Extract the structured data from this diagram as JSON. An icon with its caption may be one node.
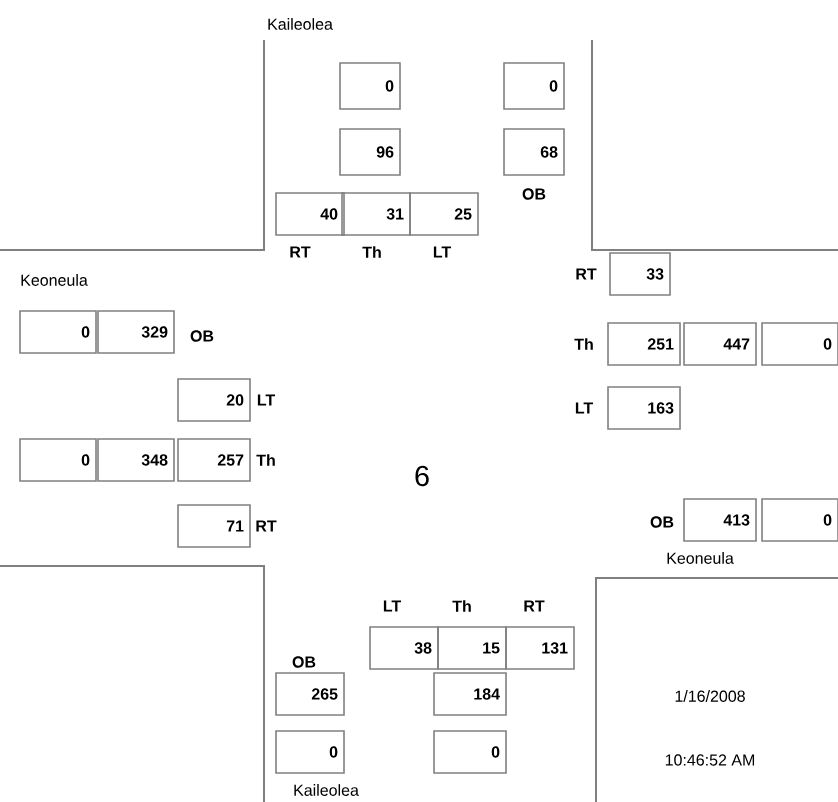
{
  "diagram": {
    "nodes": [
      {
        "text": [
          "0"
        ]
      },
      {
        "text": [
          "0"
        ]
      },
      {
        "text": [
          "96"
        ]
      },
      {
        "text": [
          "68"
        ]
      },
      {
        "text": [
          "40"
        ]
      },
      {
        "text": [
          "31"
        ]
      },
      {
        "text": [
          "25"
        ]
      },
      {
        "text": [
          "0"
        ]
      },
      {
        "text": [
          "329"
        ]
      },
      {
        "text": [
          "20"
        ]
      },
      {
        "text": [
          "0"
        ]
      },
      {
        "text": [
          "348"
        ]
      },
      {
        "text": [
          "257"
        ]
      },
      {
        "text": [
          "71"
        ]
      },
      {
        "text": [
          "33"
        ]
      },
      {
        "text": [
          "251"
        ]
      },
      {
        "text": [
          "447"
        ]
      },
      {
        "text": [
          "0"
        ]
      },
      {
        "text": [
          "163"
        ]
      },
      {
        "text": [
          "413"
        ]
      },
      {
        "text": [
          "0"
        ]
      },
      {
        "text": [
          "38"
        ]
      },
      {
        "text": [
          "15"
        ]
      },
      {
        "text": [
          "131"
        ]
      },
      {
        "text": [
          "265"
        ]
      },
      {
        "text": [
          "184"
        ]
      },
      {
        "text": [
          "0"
        ]
      },
      {
        "text": [
          "0"
        ]
      }
    ],
    "edges": [],
    "labels": [
      "Kaileolea",
      "OB",
      "RT",
      "Th",
      "LT",
      "Keoneula",
      "OB",
      "RT",
      "LT",
      "Th",
      "Th",
      "6",
      "LT",
      "RT",
      "OB",
      "Keoneula",
      "LT",
      "Th",
      "RT",
      "OB",
      "1/16/2008",
      "10:46:52 AM",
      "Kaileolea"
    ]
  }
}
